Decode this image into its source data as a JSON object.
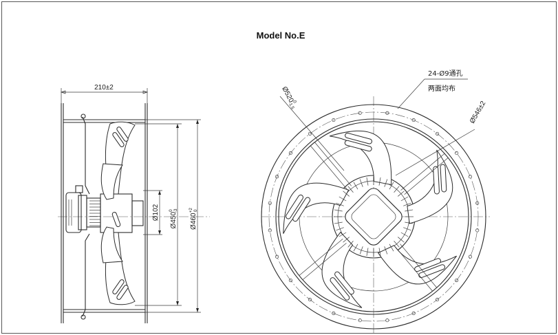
{
  "title": "Model No.E",
  "dimensions": {
    "side_width": {
      "label": "210±2"
    },
    "hub_dia": {
      "label": "Ø102"
    },
    "blade_dia": {
      "base": "Ø450",
      "tol_upper": "0",
      "tol_lower": "-3"
    },
    "outer_dia": {
      "base": "Ø460",
      "tol_upper": "+2",
      "tol_lower": "0"
    },
    "ring_dia": {
      "base": "Ø520",
      "tol_upper": "0",
      "tol_lower": "-1.5"
    },
    "bolt_circle": {
      "label": "Ø546±2"
    }
  },
  "notes": {
    "holes_line1": "24-Ø9通孔",
    "holes_line2": "两面均布"
  },
  "colors": {
    "line": "#2a2a2a",
    "background": "#ffffff"
  }
}
